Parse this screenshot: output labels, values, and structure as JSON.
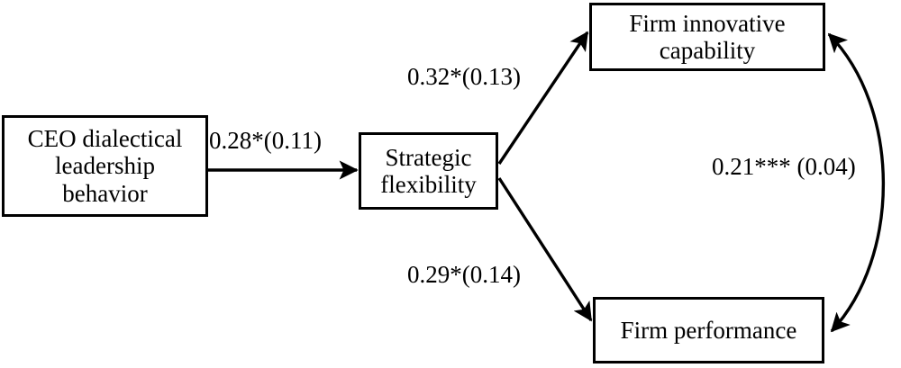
{
  "diagram": {
    "type": "path-model",
    "nodes": [
      {
        "id": "ceo",
        "label": "CEO dialectical\nleadership\nbehavior"
      },
      {
        "id": "strategic",
        "label": "Strategic\nflexibility"
      },
      {
        "id": "innov",
        "label": "Firm innovative\ncapability"
      },
      {
        "id": "perf",
        "label": "Firm performance"
      }
    ],
    "edges": [
      {
        "id": "a",
        "from": "ceo",
        "to": "strategic",
        "label": "0.28*(0.11)",
        "coefficient": 0.28,
        "significance": "*",
        "standard_error": 0.11,
        "style": "straight-arrow",
        "direction": "one-way"
      },
      {
        "id": "b",
        "from": "strategic",
        "to": "innov",
        "label": "0.32*(0.13)",
        "coefficient": 0.32,
        "significance": "*",
        "standard_error": 0.13,
        "style": "straight-arrow",
        "direction": "one-way"
      },
      {
        "id": "c",
        "from": "strategic",
        "to": "perf",
        "label": "0.29*(0.14)",
        "coefficient": 0.29,
        "significance": "*",
        "standard_error": 0.14,
        "style": "straight-arrow",
        "direction": "one-way"
      },
      {
        "id": "corr",
        "from": "innov",
        "to": "perf",
        "label": "0.21*** (0.04)",
        "coefficient": 0.21,
        "significance": "***",
        "standard_error": 0.04,
        "style": "curved-arc",
        "direction": "two-way"
      }
    ],
    "colors": {
      "stroke": "#000000",
      "background": "#ffffff",
      "text": "#000000"
    }
  }
}
